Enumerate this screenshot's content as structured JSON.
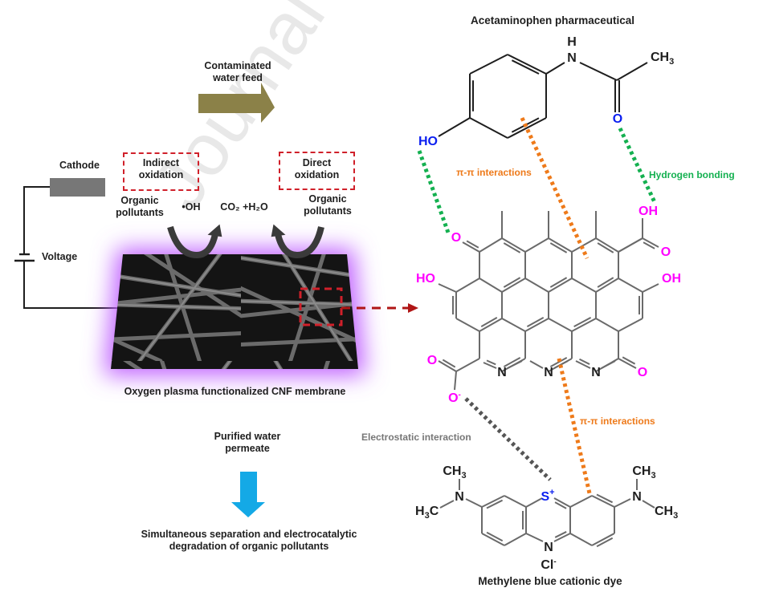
{
  "figure": {
    "left_panel": {
      "feed_label": "Contaminated\nwater feed",
      "cathode_label": "Cathode",
      "voltage_label": "Voltage",
      "indirect_box": "Indirect\noxidation",
      "direct_box": "Direct\noxidation",
      "organic_left": "Organic\npollutants",
      "hydroxyl_radical": "•OH",
      "products": "CO₂ +H₂O",
      "organic_right": "Organic\npollutants",
      "membrane_caption": "Oxygen plasma functionalized CNF membrane",
      "permeate_label": "Purified water\npermeate",
      "summary": "Simultaneous separation and electrocatalytic\ndegradation of organic pollutants"
    },
    "right_panel": {
      "acetaminophen_title": "Acetaminophen pharmaceutical",
      "acetaminophen_atoms": {
        "H": "H",
        "N": "N",
        "CH3": "CH",
        "CH3_sub": "3",
        "O": "O",
        "HO": "HO"
      },
      "pi_label_top": "π-π interactions",
      "hbond_label": "Hydrogen bonding",
      "pi_label_bottom": "π-π interactions",
      "electrostatic_label": "Electrostatic interaction",
      "go_atoms": {
        "O_ketone": "O",
        "OH_top": "OH",
        "O_acid": "O",
        "HO_left": "HO",
        "OH_right": "OH",
        "O_carboxylate": "O",
        "O_minus": "O",
        "N1": "N",
        "N2": "N",
        "N3": "N",
        "O_right": "O"
      },
      "mb_atoms": {
        "S": "S",
        "S_charge": "+",
        "N_center": "N",
        "Cl": "Cl",
        "Cl_charge": "-",
        "N_left": "N",
        "N_right": "N",
        "CH3": "CH",
        "sub3": "3",
        "H3C_H": "H",
        "H3C_C": "C"
      },
      "methylene_title": "Methylene blue cationic dye"
    },
    "watermark": "Journal Pre-proof",
    "colors": {
      "feed_arrow": "#8b8148",
      "permeate_arrow": "#14a9e6",
      "dashed_red": "#d0202a",
      "dark_red_arrow": "#b01515",
      "magenta_atom": "#ff00ff",
      "blue_atom": "#0a1ef0",
      "hbond_green": "#14b050",
      "pi_orange": "#ee7a1a",
      "electrostatic_grey": "#555555",
      "plasma_glow": "#c060ff"
    }
  }
}
